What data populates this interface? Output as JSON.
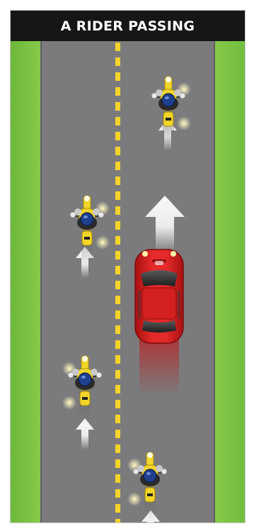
{
  "diagram": {
    "title": "A RIDER PASSING"
  },
  "colors": {
    "header": "#161616",
    "grass": "#7bc143",
    "road": "#7b7b7d",
    "center_line": "#f6d32a",
    "car": "#d91f1f",
    "motorcycle": "#f2d52a",
    "rider_helmet": "#1f3f8f",
    "arrow": "#ffffff"
  },
  "scene": {
    "motorcycle_count": 4,
    "car_count": 1,
    "arrow_count": 5,
    "direction": "up",
    "passing_lane": "right"
  }
}
